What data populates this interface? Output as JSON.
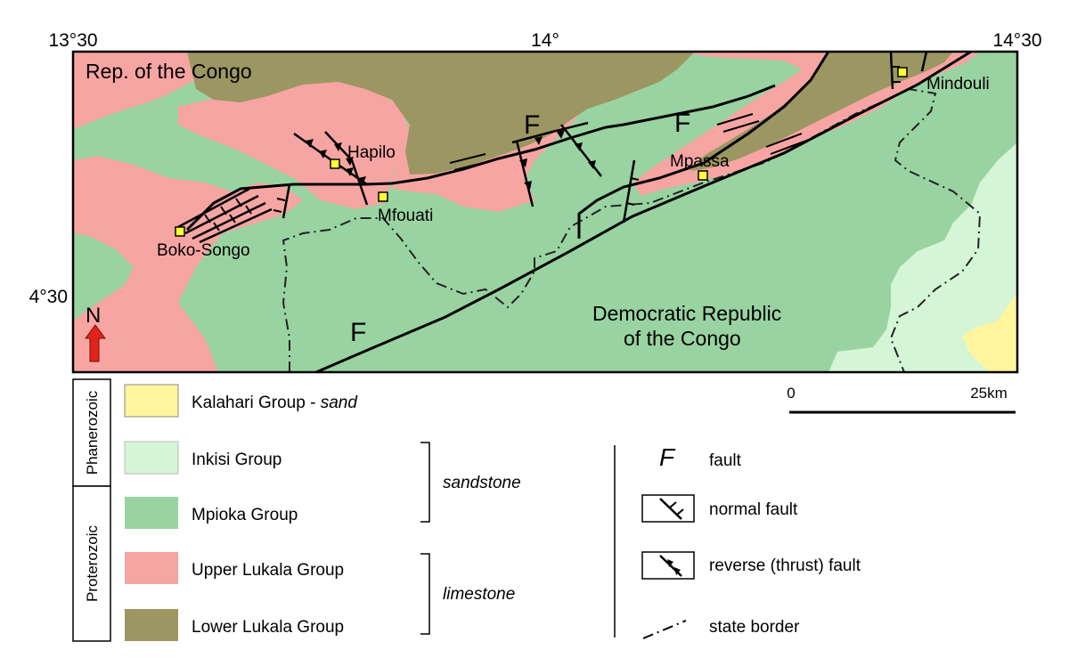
{
  "coords": {
    "lon_left": "13°30",
    "lon_mid": "14°",
    "lon_right": "14°30",
    "lat": "4°30"
  },
  "map_labels": {
    "rep_congo": "Rep. of the Congo",
    "drc_line1": "Democratic Republic",
    "drc_line2": "of the Congo",
    "north": "N",
    "fault_letter": "F"
  },
  "towns": [
    "Hapilo",
    "Mfouati",
    "Boko-Songo",
    "Mpassa",
    "Mindouli"
  ],
  "scale": {
    "start": "0",
    "end": "25km"
  },
  "eons": {
    "upper": "Phanerozoic",
    "lower": "Proterozoic"
  },
  "units": [
    {
      "name": "Kalahari Group - ",
      "suffix": "sand",
      "color": "#fff59d"
    },
    {
      "name": "Inkisi Group",
      "suffix": "",
      "color": "#d5f5d7"
    },
    {
      "name": "Mpioka Group",
      "suffix": "",
      "color": "#99d3a1"
    },
    {
      "name": "Upper Lukala Group",
      "suffix": "",
      "color": "#f6a5a3"
    },
    {
      "name": "Lower Lukala Group",
      "suffix": "",
      "color": "#9c9663"
    }
  ],
  "lithology": {
    "upper": "sandstone",
    "lower": "limestone"
  },
  "symbols": {
    "fault_glyph": "F",
    "fault": "fault",
    "normal_fault": "normal fault",
    "reverse_fault": "reverse (thrust) fault",
    "state_border": "state border"
  },
  "colors": {
    "kalahari": "#fff59d",
    "inkisi": "#d5f5d7",
    "mpioka": "#99d3a1",
    "upper_lukala": "#f6a5a3",
    "lower_lukala": "#9c9663",
    "town_marker": "#ffff33",
    "north_arrow": "#e0231b"
  }
}
